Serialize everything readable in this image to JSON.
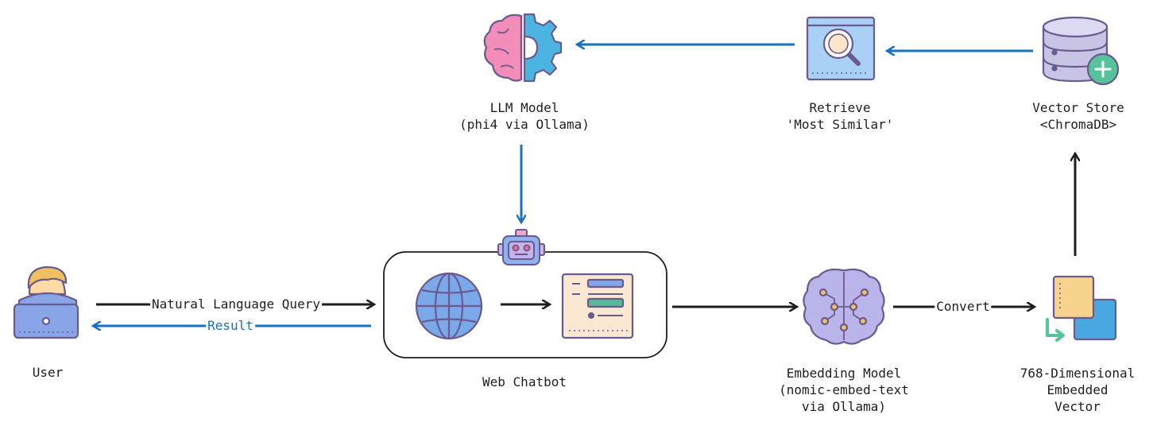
{
  "nodes": {
    "user": {
      "label": "User",
      "icon": "user-laptop-icon"
    },
    "web_chatbot": {
      "label": "Web Chatbot",
      "icons": [
        "globe-icon",
        "robot-icon",
        "document-form-icon"
      ]
    },
    "llm_model": {
      "line1": "LLM Model",
      "line2": "(phi4 via Ollama)",
      "icon": "brain-gear-icon"
    },
    "retrieve": {
      "line1": "Retrieve",
      "line2": "'Most Similar'",
      "icon": "magnifier-window-icon"
    },
    "vector_store": {
      "line1": "Vector Store",
      "line2": "<ChromaDB>",
      "icon": "database-add-icon"
    },
    "embedding_model": {
      "line1": "Embedding Model",
      "line2": "(nomic-embed-text",
      "line3": "via Ollama)",
      "icon": "neural-brain-icon"
    },
    "embedded_vector": {
      "line1": "768-Dimensional",
      "line2": "Embedded",
      "line3": "Vector",
      "icon": "convert-squares-icon"
    }
  },
  "edges": {
    "query": "Natural Language Query",
    "result": "Result",
    "convert": "Convert"
  },
  "colors": {
    "black": "#1e1e1e",
    "blue": "#1971c2",
    "icon_outline": "#6b5a8e"
  }
}
